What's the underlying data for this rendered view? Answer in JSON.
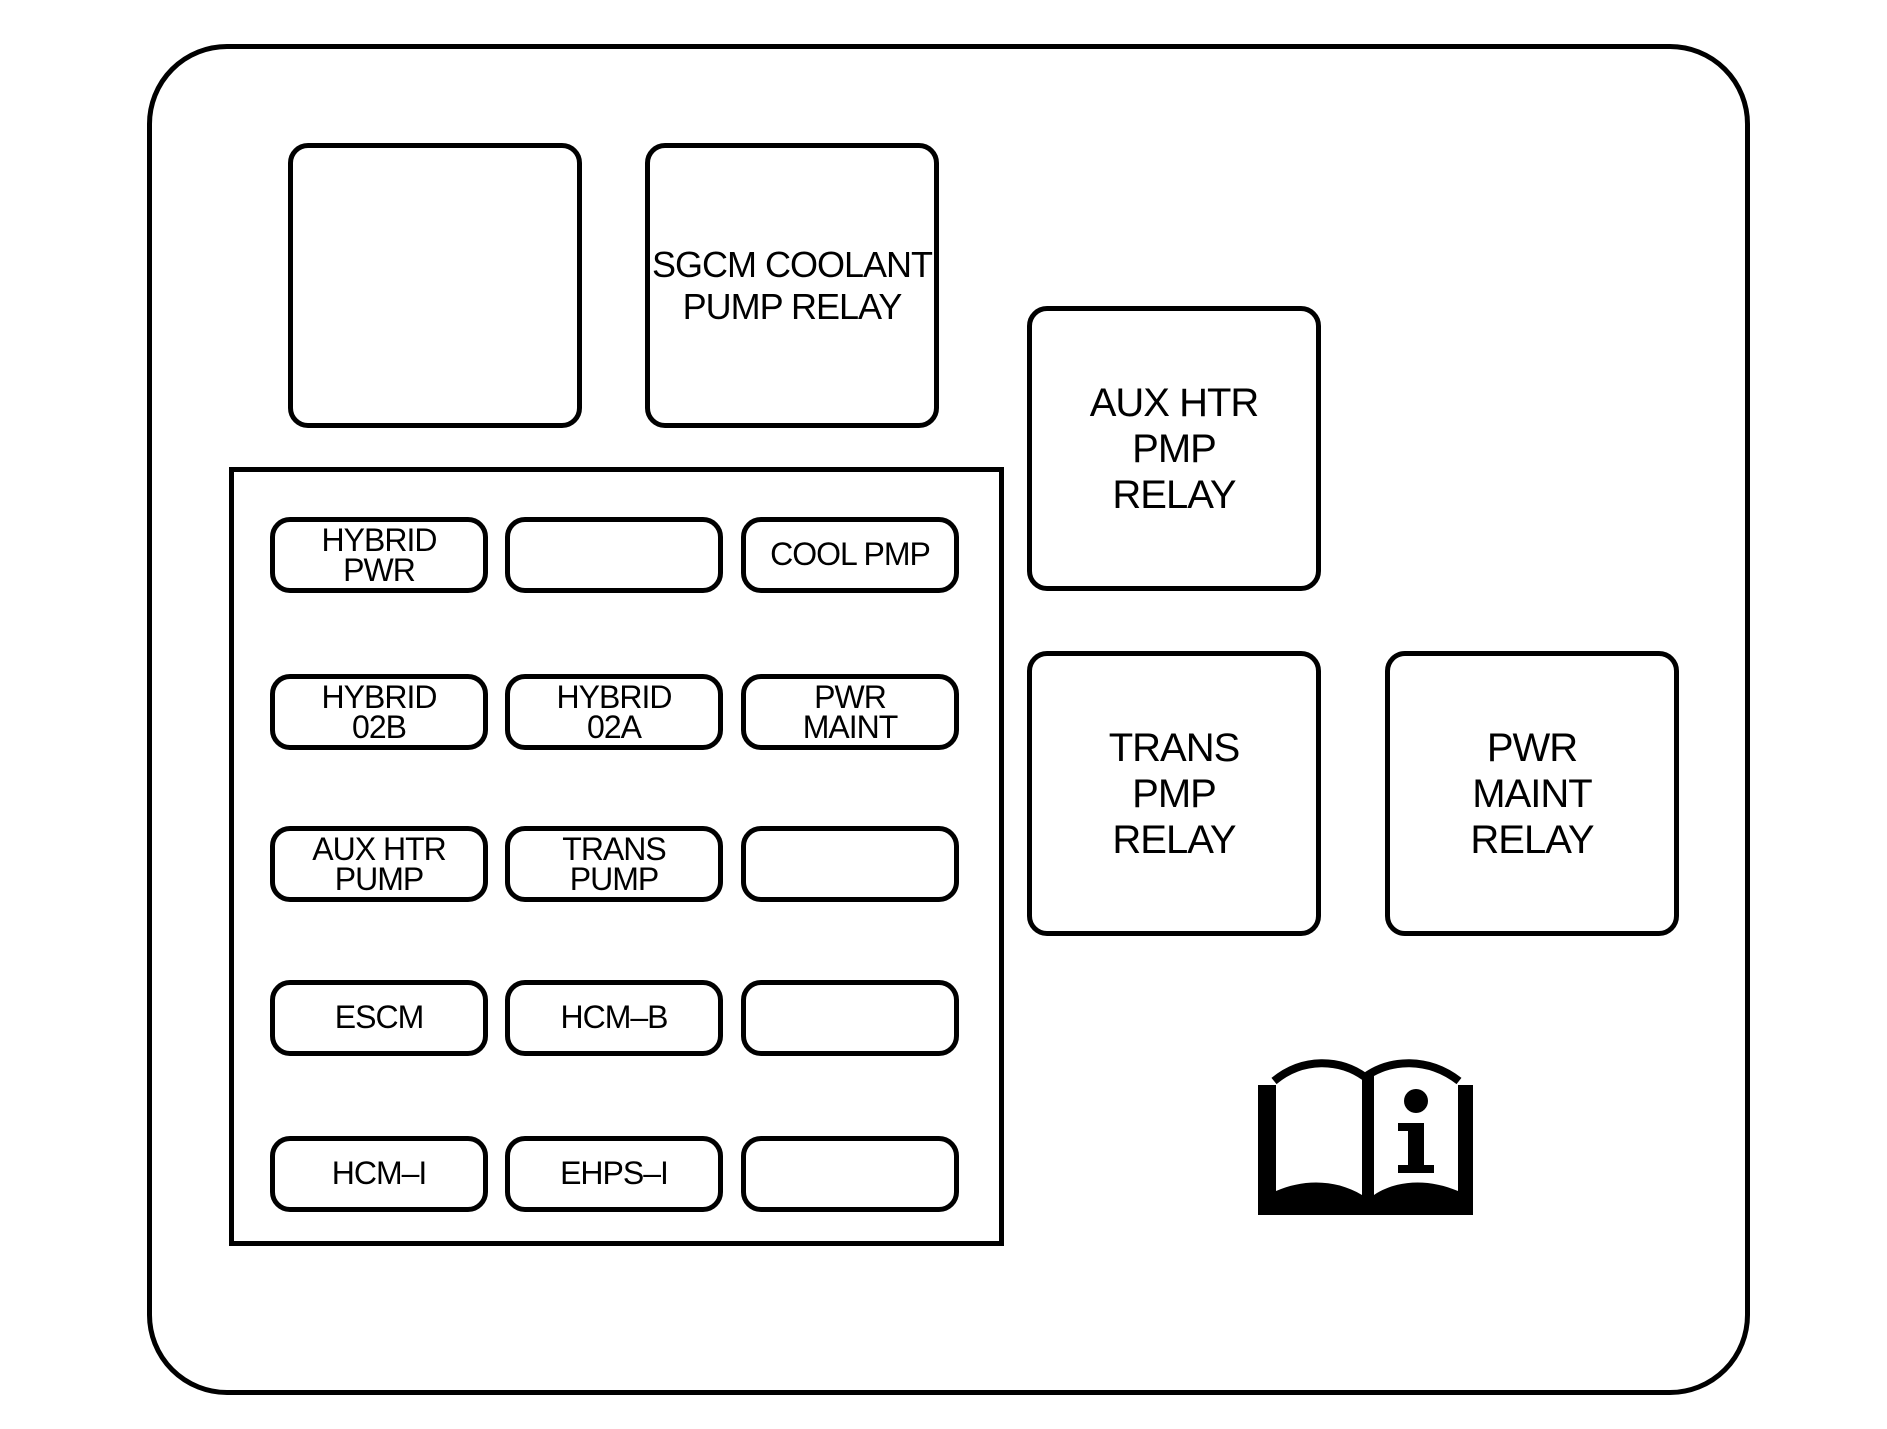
{
  "relays": {
    "blank_relay": "",
    "sgcm_coolant_pump_relay": "SGCM COOLANT\nPUMP RELAY",
    "aux_htr_pmp_relay": "AUX HTR\nPMP\nRELAY",
    "trans_pmp_relay": "TRANS\nPMP\nRELAY",
    "pwr_maint_relay": "PWR\nMAINT\nRELAY"
  },
  "fuses": {
    "row1": [
      "HYBRID\nPWR",
      "",
      "COOL PMP"
    ],
    "row2": [
      "HYBRID\n02B",
      "HYBRID\n02A",
      "PWR\nMAINT"
    ],
    "row3": [
      "AUX HTR\nPUMP",
      "TRANS\nPUMP",
      ""
    ],
    "row4": [
      "ESCM",
      "HCM–B",
      ""
    ],
    "row5": [
      "HCM–I",
      "EHPS–I",
      ""
    ]
  },
  "icons": {
    "info": "owner-manual-info-icon"
  },
  "colors": {
    "line": "#000000",
    "background": "#ffffff"
  }
}
